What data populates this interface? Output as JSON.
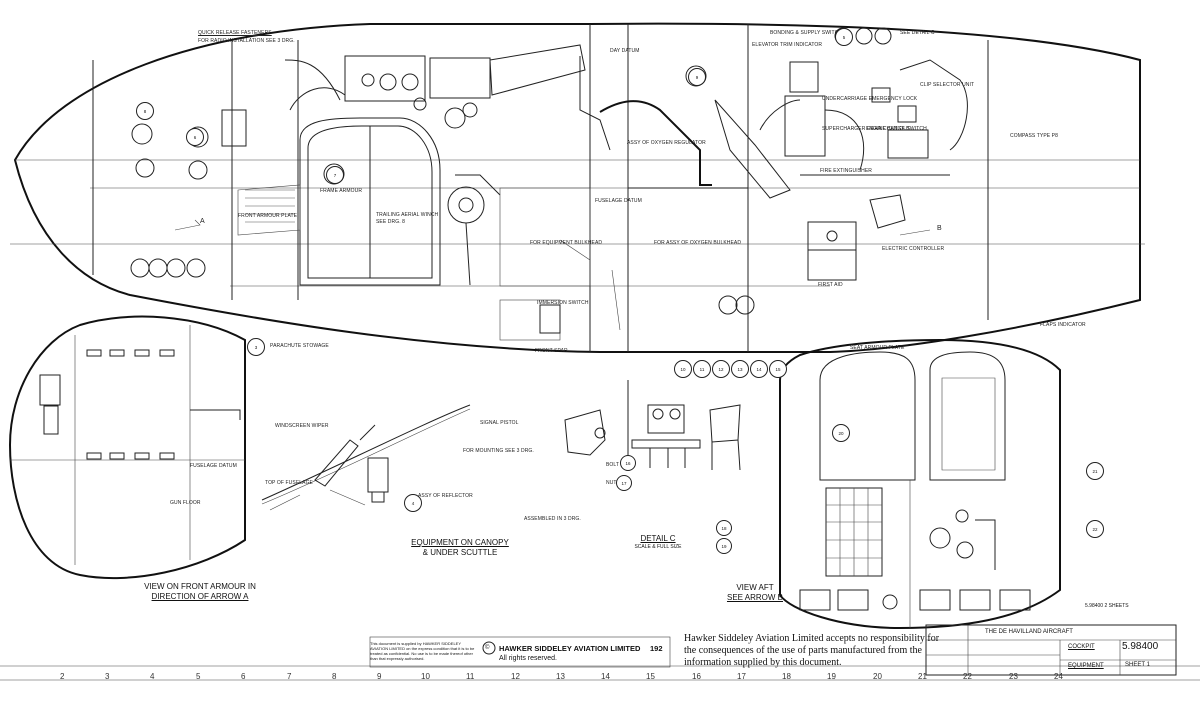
{
  "callouts": {
    "quick_fasteners": "QUICK RELEASE FASTENERS",
    "radio_installation": "FOR RADIO INSTALLATION SEE 3 DRG.",
    "day_datum": "DAY DATUM",
    "fuselage_datum": "FUSELAGE DATUM",
    "front_armour_plate": "FRONT ARMOUR PLATE",
    "frame_armour": "FRAME ARMOUR",
    "trailing_aerial": "TRAILING AERIAL WINCH",
    "sea_drg_8": "SEE DRG. 8",
    "equipment_bulkhead": "FOR EQUIPMENT BULKHEAD",
    "assy_oxygen_regulator": "ASSY OF OXYGEN REGULATOR",
    "oxygen_bulkhead": "FOR ASSY OF OXYGEN BULKHEAD",
    "immersion_switch": "IMMERSION SWITCH",
    "front_spar": "FRONT SPAR",
    "fire_extinguisher": "FIRE EXTINGUISHER",
    "electric_controller": "ELECTRIC CONTROLLER",
    "clip_selector": "CLIP SELECTOR UNIT",
    "undercarriage_emergency": "UNDERCARRIAGE EMERGENCY LOCK",
    "supercharger_switch": "SUPERCHARGER GEAR CHANGE SWITCH",
    "engine_cut_out": "ENGINE CUT OUT",
    "elevator_trim": "ELEVATOR TRIM INDICATOR",
    "bonding_switches": "BONDING & SUPPLY SWITCHES",
    "see_detail_c": "SEE DETAIL C",
    "parachute_stowage": "PARACHUTE STOWAGE",
    "windscreen_wiper": "WINDSCREEN WIPER",
    "signal_pistol": "SIGNAL PISTOL",
    "fire_mounting": "FOR MOUNTING SEE 3 DRG.",
    "assy_reflector": "ASSY OF REFLECTOR",
    "top_of_fuselage": "TOP OF FUSELAGE",
    "fuselage_datum_2": "FUSELAGE DATUM",
    "gun_floor": "GUN FLOOR",
    "bolt": "BOLT",
    "nut": "NUT",
    "first_aid": "FIRST AID",
    "sea_arrow_b": "SEAT ARMOUR PLATE",
    "flaps_indicator": "FLAPS INDICATOR",
    "a_marker": "A",
    "b_marker": "B",
    "arrow_a": "A",
    "arrow_b": "B",
    "compass_notes": "COMPASS TYPE P8",
    "detail_notes": "ASSEMBLED IN 3 DRG."
  },
  "bubbles": [
    "8",
    "6",
    "7",
    "9",
    "5",
    "3",
    "4",
    "10",
    "11",
    "12",
    "13",
    "14",
    "15",
    "16",
    "17",
    "18",
    "19",
    "20",
    "21",
    "22"
  ],
  "titles": {
    "front_armour_line1": "VIEW ON FRONT ARMOUR IN",
    "front_armour_line2": "DIRECTION OF ARROW A",
    "canopy_line1": "EQUIPMENT ON CANOPY",
    "canopy_line2": "& UNDER SCUTTLE",
    "detail_c": "DETAIL C",
    "detail_c_sub": "SCALE & FULL SIZE",
    "view_aft_line1": "VIEW AFT",
    "view_aft_line2": "SEE ARROW B"
  },
  "title_block": {
    "copyright_notice": "This document is supplied by HAWKER SIDDELEY AVIATION LIMITED on the express condition that it is to be treated as confidential. No use is to be made thereof other than that expressly authorised.",
    "company": "HAWKER SIDDELEY AVIATION LIMITED",
    "year": "192",
    "rights": "All rights reserved.",
    "disclaimer_line1": "Hawker Siddeley Aviation Limited accepts no responsibility for",
    "disclaimer_line2": "the consequences of the use of parts manufactured from the",
    "disclaimer_line3": "information supplied by this document.",
    "firm": "THE DE HAVILLAND AIRCRAFT",
    "drawing_number": "5.98400",
    "cockpit": "COCKPIT",
    "equipment": "EQUIPMENT",
    "sheet": "SHEET 1",
    "ref_note": "5.98400 2 SHEETS"
  },
  "ruler": [
    "2",
    "3",
    "4",
    "5",
    "6",
    "7",
    "8",
    "9",
    "10",
    "11",
    "12",
    "13",
    "14",
    "15",
    "16",
    "17",
    "18",
    "19",
    "20",
    "21",
    "22",
    "23",
    "24"
  ],
  "colors": {
    "ink": "#222222",
    "paper": "#ffffff"
  }
}
